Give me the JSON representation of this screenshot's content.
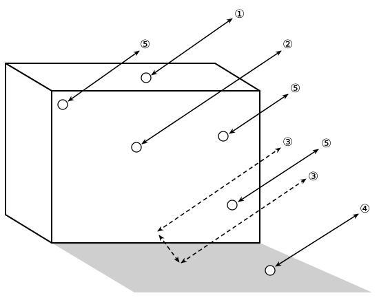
{
  "diagram": {
    "colors": {
      "ink": "#000000",
      "shadow": "#cfcfcf",
      "background": "#ffffff"
    },
    "markers": [
      {
        "id": "label-1",
        "text": "①"
      },
      {
        "id": "label-2",
        "text": "②"
      },
      {
        "id": "label-3a",
        "text": "③"
      },
      {
        "id": "label-3b",
        "text": "③"
      },
      {
        "id": "label-4",
        "text": "④"
      },
      {
        "id": "label-5a",
        "text": "⑤"
      },
      {
        "id": "label-5b",
        "text": "⑤"
      },
      {
        "id": "label-5c",
        "text": "⑤"
      }
    ]
  }
}
